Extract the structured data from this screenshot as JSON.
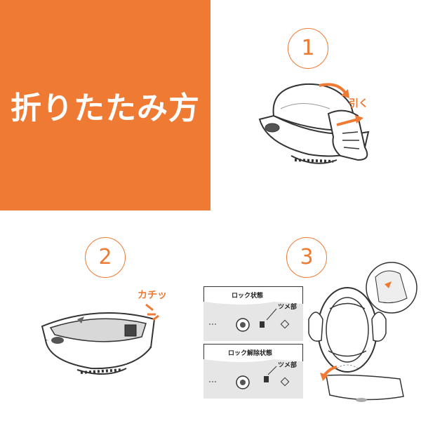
{
  "title": "折りたたみ方",
  "steps": [
    {
      "number": "1",
      "action_label": "引く"
    },
    {
      "number": "2",
      "sound_label": "カチッ"
    },
    {
      "number": "3",
      "panels": [
        {
          "label": "ロック状態",
          "part_label": "ツメ部"
        },
        {
          "label": "ロック解除状態",
          "part_label": "ツメ部"
        }
      ]
    }
  ],
  "colors": {
    "accent": "#ee7a34",
    "line": "#333333",
    "panel_bg": "#e6e6e6"
  }
}
